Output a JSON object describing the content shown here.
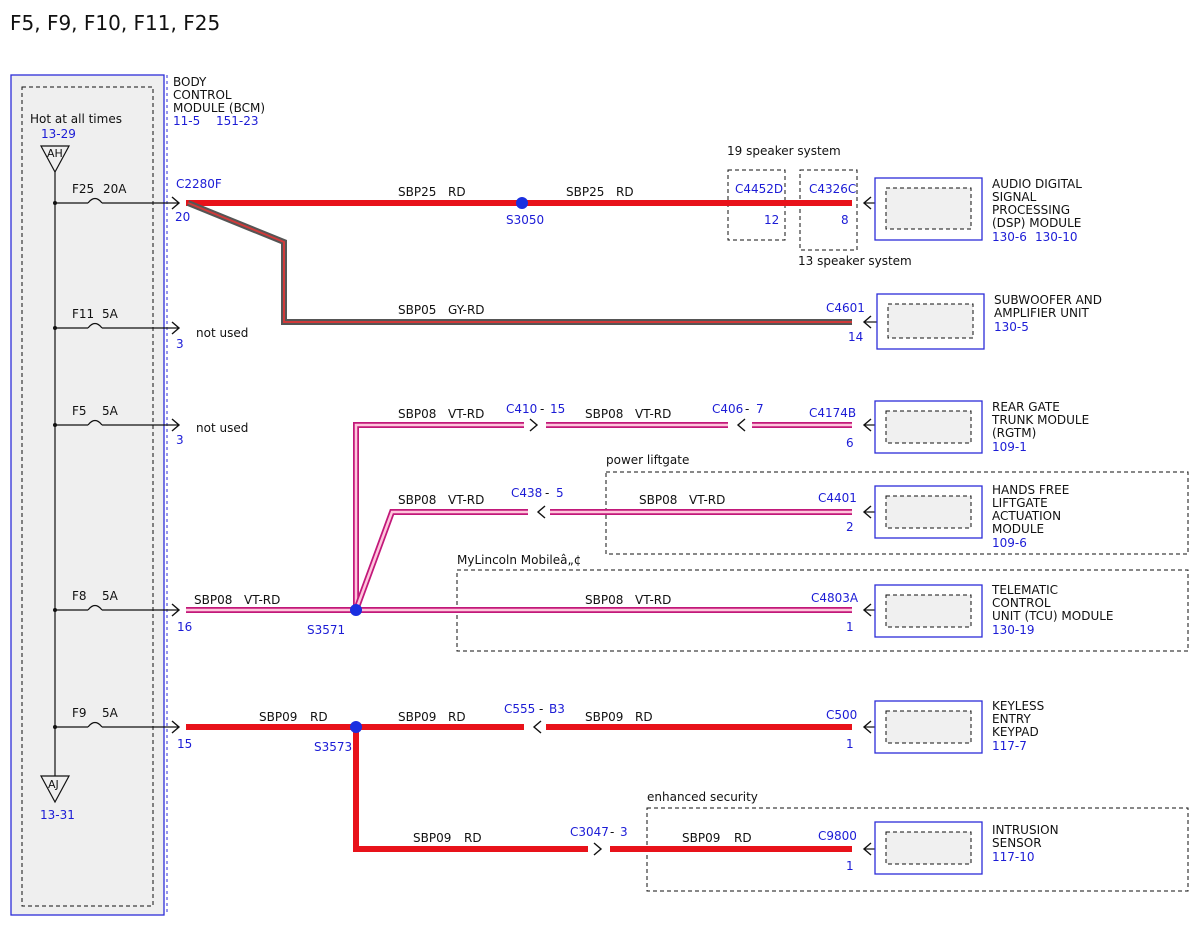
{
  "title": "F5, F9, F10, F11, F25",
  "colors": {
    "rd": "#e8121a",
    "vt_rd_outer": "#c2187a",
    "vt_rd_inner": "#ffc6dc",
    "gy_rd_outer": "#555555",
    "gy_rd_inner": "#d03a3a",
    "ref": "#1c1cd6",
    "splice": "#1a2fe0",
    "frame": "#2d2dd8"
  },
  "bcm": {
    "name_line1": "BODY",
    "name_line2": "CONTROL",
    "name_line3": "MODULE (BCM)",
    "ref1": "11-5",
    "ref2": "151-23",
    "hot_label": "Hot at all times",
    "hot_ref": "13-29",
    "tri_top": "AH",
    "tri_bottom": "AJ",
    "tri_bottom_ref": "13-31"
  },
  "fuses": [
    {
      "name": "F25",
      "rating": "20A"
    },
    {
      "name": "F11",
      "rating": "5A"
    },
    {
      "name": "F5",
      "rating": "5A"
    },
    {
      "name": "F8",
      "rating": "5A"
    },
    {
      "name": "F9",
      "rating": "5A"
    }
  ],
  "pins": {
    "f25": "20",
    "f11": "3",
    "f5": "3",
    "f8": "16",
    "f9": "15"
  },
  "not_used": "not used",
  "connectors": {
    "c2280f": "C2280F",
    "c4452d": "C4452D",
    "c4452d_pin": "12",
    "c4326c": "C4326C",
    "c4326c_pin": "8",
    "c4601": "C4601",
    "c4601_pin": "14",
    "c410": "C410",
    "c410_pin": "15",
    "c406": "C406",
    "c406_pin": "7",
    "c4174b": "C4174B",
    "c4174b_pin": "6",
    "c438": "C438",
    "c438_pin": "5",
    "c4401": "C4401",
    "c4401_pin": "2",
    "c4803a": "C4803A",
    "c4803a_pin": "1",
    "c555": "C555",
    "c555_pin": "B3",
    "c500": "C500",
    "c500_pin": "1",
    "c3047": "C3047",
    "c3047_pin": "3",
    "c9800": "C9800",
    "c9800_pin": "1",
    "dash": "-"
  },
  "splices": {
    "s3050": "S3050",
    "s3571": "S3571",
    "s3573": "S3573"
  },
  "circuits": {
    "sbp25": "SBP25",
    "sbp05": "SBP05",
    "sbp08": "SBP08",
    "sbp09": "SBP09"
  },
  "wire_colors": {
    "rd": "RD",
    "gy_rd": "GY-RD",
    "vt_rd": "VT-RD"
  },
  "options": {
    "speaker19": "19 speaker system",
    "speaker13": "13 speaker system",
    "power_liftgate": "power liftgate",
    "mylincoln": "MyLincoln Mobileâ„¢",
    "enhanced_security": "enhanced security"
  },
  "modules": {
    "dsp": {
      "line1": "AUDIO DIGITAL",
      "line2": "SIGNAL",
      "line3": "PROCESSING",
      "line4": "(DSP) MODULE",
      "ref1": "130-6",
      "ref2": "130-10"
    },
    "sub": {
      "line1": "SUBWOOFER AND",
      "line2": "AMPLIFIER UNIT",
      "ref1": "130-5"
    },
    "rgtm": {
      "line1": "REAR GATE",
      "line2": "TRUNK MODULE",
      "line3": "(RGTM)",
      "ref1": "109-1"
    },
    "hfl": {
      "line1": "HANDS FREE",
      "line2": "LIFTGATE",
      "line3": "ACTUATION",
      "line4": "MODULE",
      "ref1": "109-6"
    },
    "tcu": {
      "line1": "TELEMATIC",
      "line2": "CONTROL",
      "line3": "UNIT (TCU) MODULE",
      "ref1": "130-19"
    },
    "keypad": {
      "line1": "KEYLESS",
      "line2": "ENTRY",
      "line3": "KEYPAD",
      "ref1": "117-7"
    },
    "intrusion": {
      "line1": "INTRUSION",
      "line2": "SENSOR",
      "ref1": "117-10"
    }
  }
}
